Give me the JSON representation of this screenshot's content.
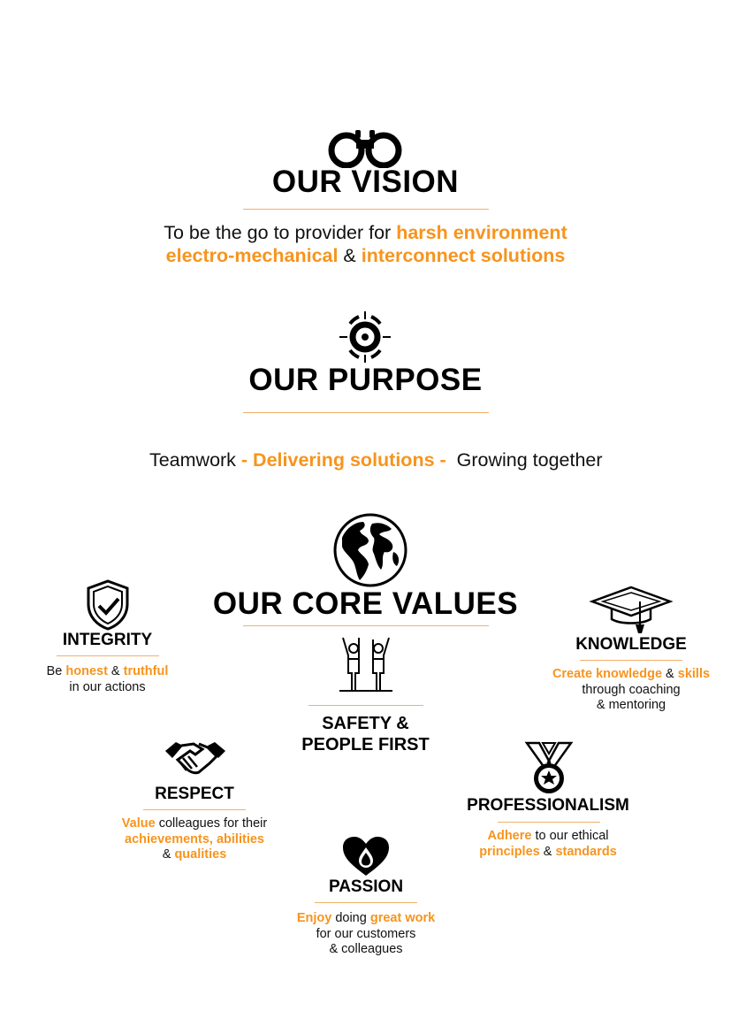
{
  "colors": {
    "accent": "#f7941d",
    "rule": "#f2b06a",
    "text": "#111111"
  },
  "vision": {
    "icon": "binoculars-icon",
    "title": "OUR VISION",
    "l1a": "To be the go to provider for ",
    "l1b": "harsh environment",
    "l2a": "electro-mechanical",
    "l2b": " & ",
    "l2c": "interconnect solutions"
  },
  "purpose": {
    "icon": "target-icon",
    "title": "OUR PURPOSE",
    "a": "Teamwork ",
    "b": "- Delivering solutions - ",
    "c": " Growing together"
  },
  "core": {
    "icon": "globe-icon",
    "title": "OUR CORE VALUES"
  },
  "values": {
    "integrity": {
      "icon": "shield-check-icon",
      "title": "INTEGRITY",
      "t1": "Be ",
      "t2": "honest",
      "t3": " & ",
      "t4": "truthful",
      "t5": "in our actions"
    },
    "knowledge": {
      "icon": "graduation-cap-icon",
      "title": "KNOWLEDGE",
      "t1": "Create knowledge",
      "t2": " & ",
      "t3": "skills",
      "t4": "through coaching",
      "t5": "& mentoring"
    },
    "safety": {
      "icon": "people-celebrating-icon",
      "title1": "SAFETY &",
      "title2": "PEOPLE FIRST"
    },
    "respect": {
      "icon": "handshake-icon",
      "title": "RESPECT",
      "t1": "Value",
      "t2": " colleagues for their",
      "t3": "achievements, abilities",
      "t4": "& ",
      "t5": "qualities"
    },
    "professionalism": {
      "icon": "medal-icon",
      "title": "PROFESSIONALISM",
      "t1": "Adhere",
      "t2": " to our ethical",
      "t3": "principles",
      "t4": " & ",
      "t5": "standards"
    },
    "passion": {
      "icon": "heart-drop-icon",
      "title": "PASSION",
      "t1": "Enjoy",
      "t2": " doing ",
      "t3": "great work",
      "t4": "for our customers",
      "t5": "& colleagues"
    }
  }
}
